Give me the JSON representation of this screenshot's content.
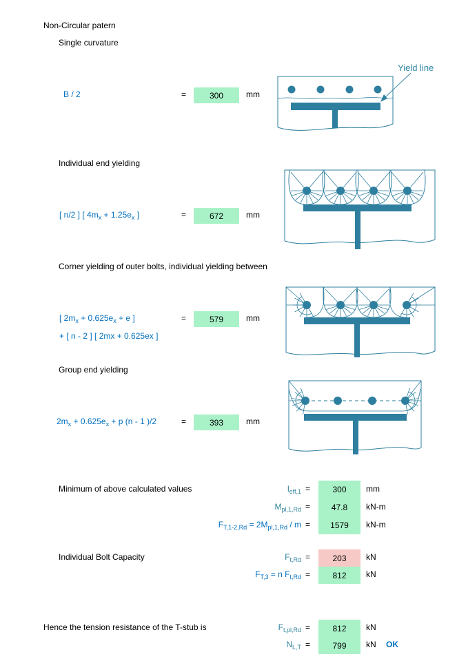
{
  "colors": {
    "formula_blue": "#0070C0",
    "label_teal": "#31859C",
    "diagram_teal": "#2E7F9F",
    "green_fill": "#A9F2C8",
    "pink_fill": "#F6C9C6",
    "ok_blue": "#0070C0"
  },
  "header": {
    "title": "Non-Circular patern",
    "subtitle": "Single curvature"
  },
  "diagrams": {
    "yield_line_label": "Yield line"
  },
  "calc_rows": [
    {
      "heading": "",
      "formula": [
        {
          "t": "B / 2"
        }
      ],
      "eq": "=",
      "value": "300",
      "unit": "mm"
    },
    {
      "heading": "Individual end yielding",
      "formula": [
        {
          "t": "[ n/2 ] [ 4m"
        },
        {
          "s": "x"
        },
        {
          "t": " + 1.25e"
        },
        {
          "s": "x"
        },
        {
          "t": " ]"
        }
      ],
      "eq": "=",
      "value": "672",
      "unit": "mm"
    },
    {
      "heading": "Corner yielding of outer bolts, individual yielding between",
      "formula": [
        {
          "t": "[ 2m"
        },
        {
          "s": "x"
        },
        {
          "t": " + 0.625e"
        },
        {
          "s": "x"
        },
        {
          "t": " + e ]"
        }
      ],
      "formula_line2": [
        {
          "t": "+ [ n - 2 ] [ 2mx + 0.625ex ]"
        }
      ],
      "eq": "=",
      "value": "579",
      "unit": "mm"
    },
    {
      "heading": "Group end yielding",
      "formula": [
        {
          "t": "2m"
        },
        {
          "s": "x"
        },
        {
          "t": " + 0.625e"
        },
        {
          "s": "x"
        },
        {
          "t": " + p (n - 1 )/2"
        }
      ],
      "eq": "=",
      "value": "393",
      "unit": "mm"
    }
  ],
  "minimum_section": {
    "heading": "Minimum of above calculated values",
    "rows": [
      {
        "label": [
          {
            "t": "l"
          },
          {
            "s": "eff,1"
          }
        ],
        "eq": "=",
        "value": "300",
        "unit": "mm"
      },
      {
        "label": [
          {
            "t": "M"
          },
          {
            "s": "pl,1,Rd"
          }
        ],
        "eq": "=",
        "value": "47.8",
        "unit": "kN-m"
      },
      {
        "label": [
          {
            "t": "F"
          },
          {
            "s": "T,1-2,Rd"
          },
          {
            "t": " = 2M"
          },
          {
            "s": "pl,1,Rd"
          },
          {
            "t": " / m"
          }
        ],
        "eq": "=",
        "value": "1579",
        "unit": "kN-m"
      }
    ]
  },
  "bolt_section": {
    "heading": "Individual Bolt Capacity",
    "rows": [
      {
        "label": [
          {
            "t": "F"
          },
          {
            "s": "t,Rd"
          }
        ],
        "eq": "=",
        "value": "203",
        "unit": "kN"
      },
      {
        "label": [
          {
            "t": "F"
          },
          {
            "s": "T,3"
          },
          {
            "t": " = n F"
          },
          {
            "s": "t,Rd"
          }
        ],
        "eq": "=",
        "value": "812",
        "unit": "kN"
      }
    ]
  },
  "conclusion_section": {
    "heading": "Hence the tension resistance of the T-stub is",
    "rows": [
      {
        "label": [
          {
            "t": "F"
          },
          {
            "s": "t,pl,Rd"
          }
        ],
        "eq": "=",
        "value": "812",
        "unit": "kN"
      },
      {
        "label": [
          {
            "t": "N"
          },
          {
            "s": "L,T"
          }
        ],
        "eq": "=",
        "value": "799",
        "unit": "kN",
        "status": "OK"
      }
    ]
  }
}
